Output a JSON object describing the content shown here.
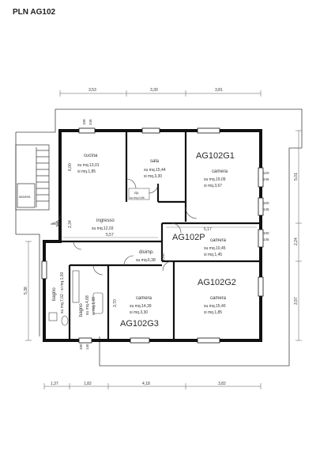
{
  "title": "PLN AG102",
  "dimensions": {
    "top": [
      "3,53",
      "3,30",
      "3,81"
    ],
    "bottom": [
      "1,37",
      "1,82",
      "4,18",
      "3,82"
    ],
    "right": [
      "5,01",
      "2,24",
      "3,97"
    ],
    "left": "5,38",
    "inner_h1": "5,57",
    "inner_h2": "5,17",
    "inner_v1": "6,00",
    "inner_v2": "2,34",
    "inner_v3": "1,06",
    "inner_v4": "3,70"
  },
  "rooms": {
    "cucina": {
      "name": "cucina",
      "su": "su mq.13,01",
      "si": "si mq.1,85"
    },
    "sala": {
      "name": "sala",
      "su": "su mq.15,44",
      "si": "si mq.3,30"
    },
    "camera1": {
      "name": "camera",
      "su": "su mq.19,09",
      "si": "si mq.3,67"
    },
    "rip": {
      "name": "rip.",
      "su": "su mq.0,86"
    },
    "ingresso": {
      "name": "ingresso",
      "su": "su mq.12,03"
    },
    "camera2": {
      "name": "camera",
      "su": "su mq.10,45",
      "si": "si mq.1,45"
    },
    "disimp": {
      "name": "disimp.",
      "su": "su mq.6,38"
    },
    "bagno1": {
      "name": "bagno",
      "su": "su mq.7,02 - si mq.1,00"
    },
    "bagno2": {
      "name": "bagno",
      "su": "su mq.4,68",
      "si": "si mq.1,00"
    },
    "camera3": {
      "name": "camera",
      "su": "su mq.14,39",
      "si": "si mq.3,30"
    },
    "camera4": {
      "name": "camera",
      "su": "su mq.15,40",
      "si": "si mq.1,85"
    },
    "ascens": {
      "name": "ascens."
    }
  },
  "labels": {
    "g1": "AG102G1",
    "p": "AG102P",
    "g2": "AG102G2",
    "g3": "AG102G3"
  },
  "openings": {
    "top_window": [
      "100",
      "245"
    ],
    "right_window_1": [
      "120",
      "245"
    ],
    "right_window_2": [
      "100",
      "145"
    ],
    "right_window_3": [
      "100",
      "145"
    ],
    "bottom_window": [
      "100",
      "145"
    ]
  }
}
